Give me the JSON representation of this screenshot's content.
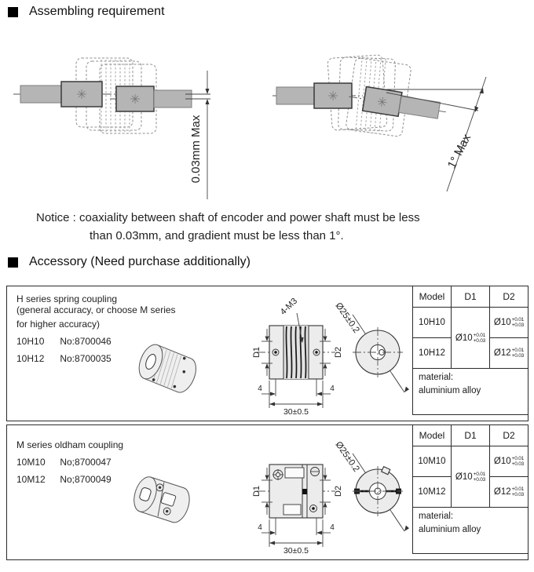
{
  "assembling": {
    "title": "Assembling requirement",
    "coaxiality_label": "0.03mm Max",
    "gradient_label": "1° Max",
    "notice_line1": "Notice : coaxiality between shaft of encoder and power shaft must be less",
    "notice_line2": "than 0.03mm, and gradient must be less than 1°."
  },
  "accessory": {
    "title": "Accessory (Need purchase additionally)",
    "h_series": {
      "desc_line1": "H series spring coupling",
      "desc_line2": "(general accuracy, or choose M series",
      "desc_line3": "for higher accuracy)",
      "item1_model": "10H10",
      "item1_no": "No:8700046",
      "item2_model": "10H12",
      "item2_no": "No:8700035",
      "dims": {
        "screws": "4-M3",
        "d1": "D1",
        "d2": "D2",
        "offset_left": "4",
        "offset_right": "4",
        "length": "30±0.5",
        "outer": "Ø25±0.2"
      },
      "table": {
        "col_model": "Model",
        "col_d1": "D1",
        "col_d2": "D2",
        "row1_model": "10H10",
        "row2_model": "10H12",
        "d1_value": "Ø10",
        "d1_tol_up": "+0.01",
        "d1_tol_low": "+0.03",
        "row1_d2_value": "Ø10",
        "row1_d2_tol_up": "+0.01",
        "row1_d2_tol_low": "+0.03",
        "row2_d2_value": "Ø12",
        "row2_d2_tol_up": "+0.01",
        "row2_d2_tol_low": "+0.03",
        "material_label": "material:",
        "material_value": "aluminium alloy"
      }
    },
    "m_series": {
      "desc_line1": "M series oldham coupling",
      "item1_model": "10M10",
      "item1_no": "No;8700047",
      "item2_model": "10M12",
      "item2_no": "No;8700049",
      "dims": {
        "d1": "D1",
        "d2": "D2",
        "offset_left": "4",
        "offset_right": "4",
        "length": "30±0.5",
        "outer": "Ø25±0.2"
      },
      "table": {
        "col_model": "Model",
        "col_d1": "D1",
        "col_d2": "D2",
        "row1_model": "10M10",
        "row2_model": "10M12",
        "d1_value": "Ø10",
        "d1_tol_up": "+0.01",
        "d1_tol_low": "+0.03",
        "row1_d2_value": "Ø10",
        "row1_d2_tol_up": "+0.01",
        "row1_d2_tol_low": "+0.03",
        "row2_d2_value": "Ø12",
        "row2_d2_tol_up": "+0.01",
        "row2_d2_tol_low": "+0.03",
        "material_label": "material:",
        "material_value": "aluminium alloy"
      }
    }
  }
}
